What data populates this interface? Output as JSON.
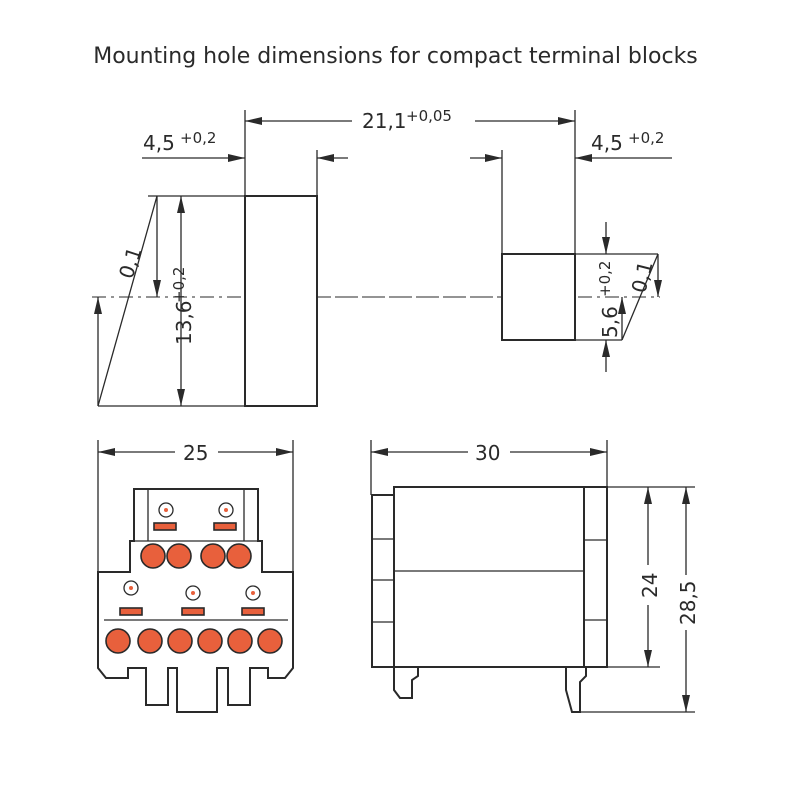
{
  "title": "Mounting hole dimensions for compact terminal blocks",
  "dims": {
    "left_width": "4,5",
    "left_width_tol": "+0,2",
    "spacing": "21,1",
    "spacing_tol": "+0,05",
    "right_width": "4,5",
    "right_width_tol": "+0,2",
    "left_tilt": "0,1",
    "left_height": "13,6",
    "left_height_tol": "+0,2",
    "right_height": "5,6",
    "right_height_tol": "+0,2",
    "right_tilt": "0,1",
    "front_width": "25",
    "side_width": "30",
    "side_height_inner": "24",
    "side_height_outer": "28,5"
  },
  "colors": {
    "accent": "#e8603c",
    "line": "#2a2a2a"
  }
}
